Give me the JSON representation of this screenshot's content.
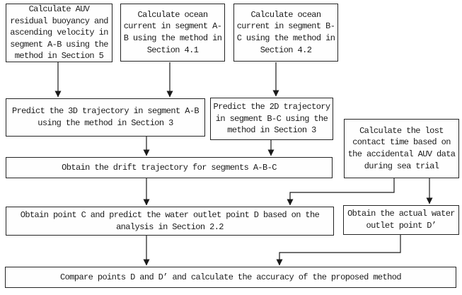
{
  "diagram": {
    "title": "AUV water-outlet-point prediction method flowchart",
    "background_color": "#ffffff",
    "box_border_color": "#242424",
    "line_color": "#1a1a1a",
    "boxes": [
      {
        "id": "calc-auv-buoyancy",
        "text": "Calculate AUV residual buoyancy and ascending velocity in segment A-B using the method in Section 5"
      },
      {
        "id": "calc-current-ab",
        "text": "Calculate ocean current in segment A-B using the method in Section 4.1"
      },
      {
        "id": "calc-current-bc",
        "text": "Calculate ocean current in segment B-C using the method in Section 4.2"
      },
      {
        "id": "predict-3d",
        "text": "Predict the 3D trajectory in segment A-B using the method in Section 3"
      },
      {
        "id": "predict-2d",
        "text": "Predict the 2D trajectory in segment B-C using the method in Section 3"
      },
      {
        "id": "calc-lost-contact",
        "text": "Calculate the lost contact time based on the accidental AUV data during sea trial"
      },
      {
        "id": "drift-trajectory",
        "text": "Obtain the drift trajectory for segments A-B-C"
      },
      {
        "id": "point-c-outlet-d",
        "text": "Obtain point C and predict the water outlet point D based on the analysis in Section 2.2"
      },
      {
        "id": "actual-outlet-d",
        "text": "Obtain the actual water outlet point D’"
      },
      {
        "id": "compare-accuracy",
        "text": "Compare points D and D’ and calculate the accuracy of the proposed method"
      }
    ],
    "edges": [
      {
        "from": "calc-auv-buoyancy",
        "to": "predict-3d"
      },
      {
        "from": "calc-current-ab",
        "to": "predict-3d"
      },
      {
        "from": "calc-current-bc",
        "to": "predict-2d"
      },
      {
        "from": "predict-3d",
        "to": "drift-trajectory"
      },
      {
        "from": "predict-2d",
        "to": "drift-trajectory"
      },
      {
        "from": "drift-trajectory",
        "to": "point-c-outlet-d"
      },
      {
        "from": "calc-lost-contact",
        "to": "point-c-outlet-d"
      },
      {
        "from": "calc-lost-contact",
        "to": "actual-outlet-d"
      },
      {
        "from": "point-c-outlet-d",
        "to": "compare-accuracy"
      },
      {
        "from": "actual-outlet-d",
        "to": "compare-accuracy"
      }
    ]
  }
}
